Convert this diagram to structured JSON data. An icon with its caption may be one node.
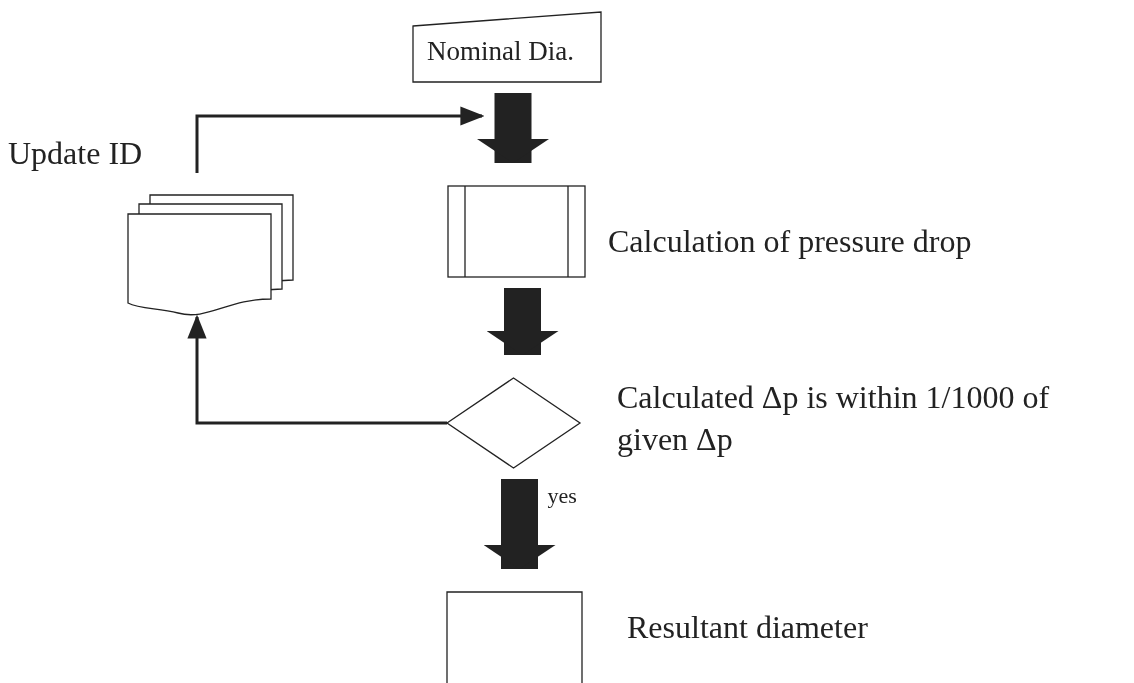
{
  "diagram": {
    "nodes": [
      {
        "text": [
          "Nominal Dia."
        ]
      },
      {
        "text": [],
        "shape": "box",
        "beside": [
          "Calculation of pressure drop"
        ]
      },
      {
        "text": [],
        "shape": "diamond",
        "beside": [
          "Calculated Δp is within 1/1000 of given Δp"
        ]
      },
      {
        "text": [],
        "shape": "box",
        "beside": [
          "Resultant diameter"
        ]
      },
      {
        "text": [],
        "shape": "documents",
        "beside": [
          "Update ID"
        ]
      }
    ],
    "edges": [
      {
        "from": 0,
        "to": 1,
        "arrow": "to"
      },
      {
        "from": 1,
        "to": 2,
        "arrow": "to"
      },
      {
        "from": 2,
        "to": 3,
        "arrow": "to",
        "label": "yes"
      },
      {
        "from": 2,
        "to": 4,
        "arrow": "to"
      },
      {
        "from": 4,
        "to": null,
        "arrow": "to"
      }
    ]
  }
}
